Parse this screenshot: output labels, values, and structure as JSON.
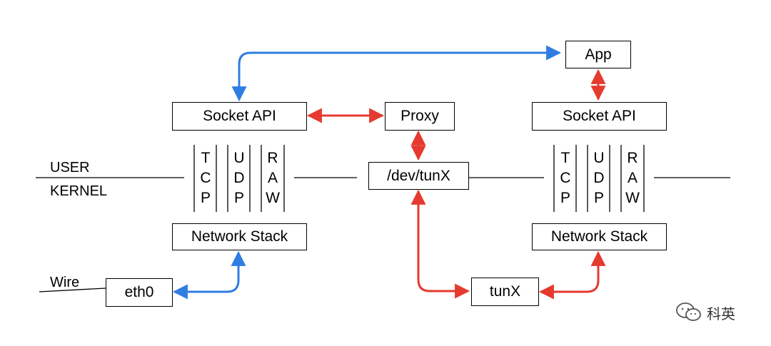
{
  "colors": {
    "blue": "#2f7de1",
    "red": "#e53a2e",
    "line": "#000000"
  },
  "boxes": {
    "app": "App",
    "left_socket_api": "Socket API",
    "proxy": "Proxy",
    "right_socket_api": "Socket API",
    "dev_tun": "/dev/tunX",
    "left_network_stack": "Network Stack",
    "right_network_stack": "Network Stack",
    "eth0": "eth0",
    "tunx": "tunX"
  },
  "labels": {
    "user": "USER",
    "kernel": "KERNEL",
    "wire": "Wire"
  },
  "protocols": {
    "tcp": [
      "T",
      "C",
      "P"
    ],
    "udp": [
      "U",
      "D",
      "P"
    ],
    "raw": [
      "R",
      "A",
      "W"
    ]
  },
  "watermark": {
    "text": "科英",
    "icon": "wechat-icon"
  }
}
